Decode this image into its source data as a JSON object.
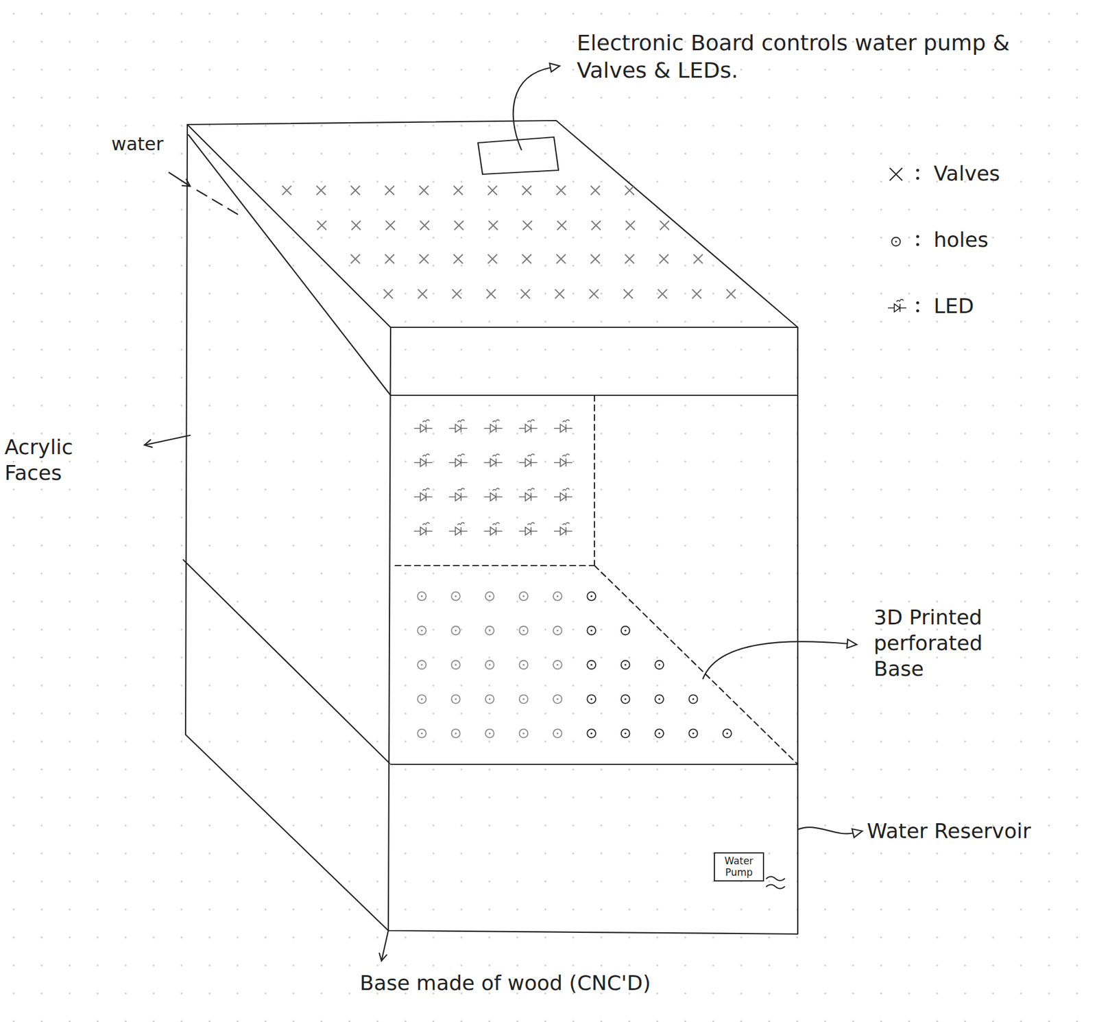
{
  "diagram": {
    "nodes": [
      {
        "text": [
          "Water Pump"
        ]
      }
    ],
    "edges": [],
    "labels": [
      "Electronic Board controls water pump & Valves & LEDs.",
      "water",
      "Acrylic Faces",
      "3D Printed perforated Base",
      "Water Reservoir",
      "Base made of wood (CNC'D)"
    ],
    "legend": [
      {
        "text": "Valves"
      },
      {
        "text": "holes"
      },
      {
        "text": "LED"
      }
    ]
  }
}
